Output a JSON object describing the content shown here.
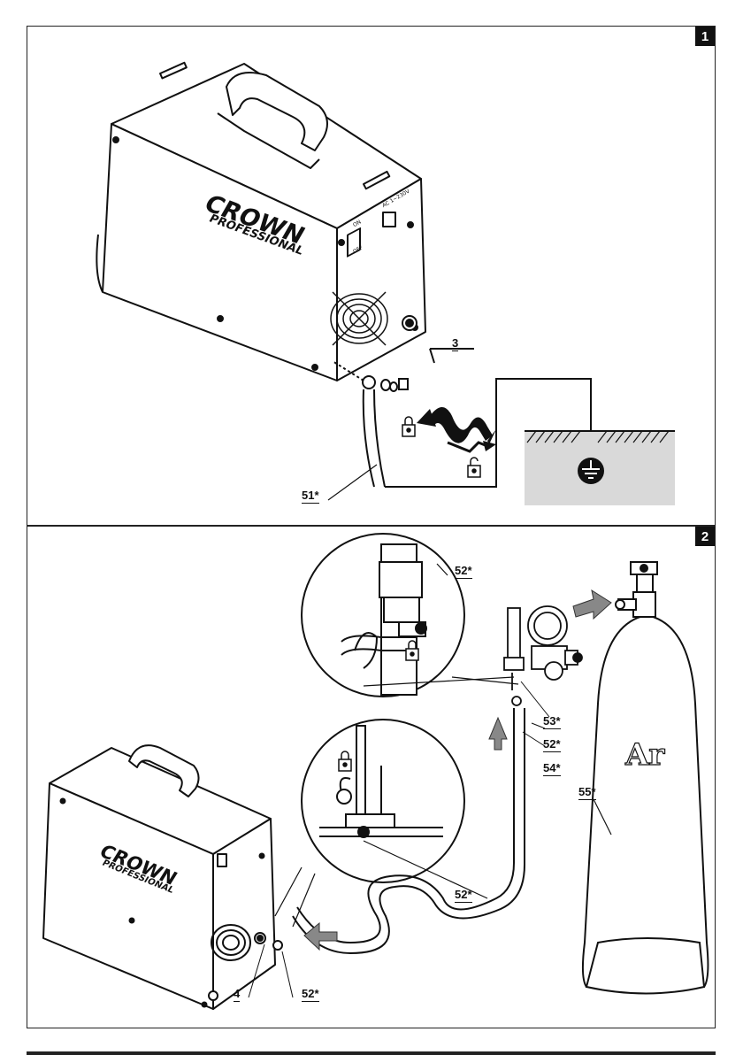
{
  "figure1": {
    "number": "1",
    "brand_line1": "CROWN",
    "brand_line2": "PROFESSIONAL",
    "switch_on": "ON",
    "switch_off": "OFF",
    "ac_label": "AC 1~230V",
    "labels": {
      "part3": "3",
      "part51": "51*"
    }
  },
  "figure2": {
    "number": "2",
    "brand_line1": "CROWN",
    "brand_line2": "PROFESSIONAL",
    "gas": "Ar",
    "labels": {
      "part4": "4",
      "part52_bottom": "52*",
      "part52_mid": "52*",
      "part52_reg": "52*",
      "part52_top": "52*",
      "part53": "53*",
      "part54": "54*",
      "part55": "55*"
    }
  },
  "icons": [
    "lock-closed-icon",
    "lock-open-icon",
    "ground-icon",
    "arrow-icon",
    "rotate-arrow-icon"
  ]
}
